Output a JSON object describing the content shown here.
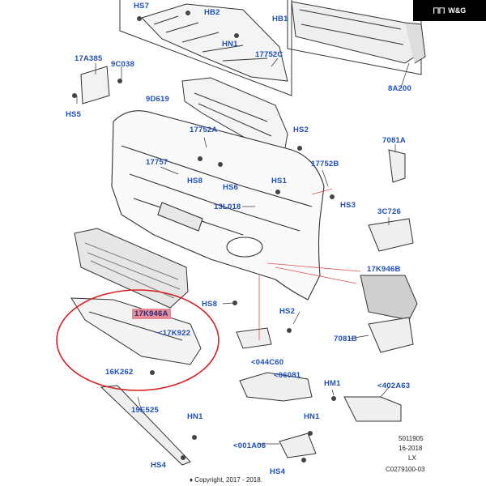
{
  "brand": {
    "mark": "⨅⨅",
    "text": "W&G"
  },
  "labels": [
    {
      "id": "hs7",
      "text": "HS7"
    },
    {
      "id": "hb2",
      "text": "HB2"
    },
    {
      "id": "hb1",
      "text": "HB1"
    },
    {
      "id": "hn1_top",
      "text": "HN1"
    },
    {
      "id": "p17752c",
      "text": "17752C"
    },
    {
      "id": "p17a385",
      "text": "17A385"
    },
    {
      "id": "p9c038",
      "text": "9C038"
    },
    {
      "id": "hs5",
      "text": "HS5"
    },
    {
      "id": "p9d619",
      "text": "9D619"
    },
    {
      "id": "p8a200",
      "text": "8A200"
    },
    {
      "id": "p17752a",
      "text": "17752A"
    },
    {
      "id": "hs2_top",
      "text": "HS2"
    },
    {
      "id": "p7081a",
      "text": "7081A"
    },
    {
      "id": "p17757",
      "text": "17757"
    },
    {
      "id": "p17752b",
      "text": "17752B"
    },
    {
      "id": "hs8_top",
      "text": "HS8"
    },
    {
      "id": "hs6",
      "text": "HS6"
    },
    {
      "id": "hs1",
      "text": "HS1"
    },
    {
      "id": "hs3",
      "text": "HS3"
    },
    {
      "id": "p13l018",
      "text": "13L018"
    },
    {
      "id": "p3c726",
      "text": "3C726"
    },
    {
      "id": "p17k946b",
      "text": "17K946B"
    },
    {
      "id": "hs8_mid",
      "text": "HS8"
    },
    {
      "id": "p17k946a",
      "text": "17K946A"
    },
    {
      "id": "hs2_mid",
      "text": "HS2"
    },
    {
      "id": "p17k922",
      "text": "<17K922"
    },
    {
      "id": "p7081b",
      "text": "7081B"
    },
    {
      "id": "p16k262",
      "text": "16K262"
    },
    {
      "id": "p044c60",
      "text": "<044C60"
    },
    {
      "id": "p06081",
      "text": "<06081"
    },
    {
      "id": "hm1",
      "text": "HM1"
    },
    {
      "id": "p402a63",
      "text": "<402A63"
    },
    {
      "id": "p19e525",
      "text": "19E525"
    },
    {
      "id": "hn1_l",
      "text": "HN1"
    },
    {
      "id": "hn1_r",
      "text": "HN1"
    },
    {
      "id": "p001a06",
      "text": "<001A06"
    },
    {
      "id": "hs4_l",
      "text": "HS4"
    },
    {
      "id": "hs4_r",
      "text": "HS4"
    }
  ],
  "meta": {
    "code": "5011905",
    "date": "16-2018",
    "variant": "LX",
    "ref": "C0279100-03",
    "copyright": "♦ Copyright, 2017 - 2018."
  }
}
